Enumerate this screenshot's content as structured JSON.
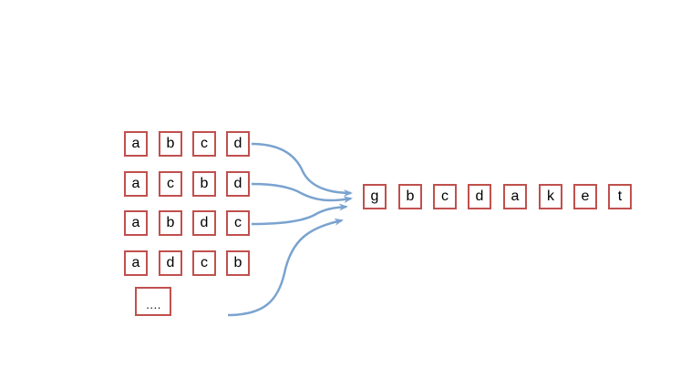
{
  "colors": {
    "box_border": "#c0504d",
    "arrow": "#7aa3cf",
    "text": "#000000"
  },
  "source_rows": [
    [
      "a",
      "b",
      "c",
      "d"
    ],
    [
      "a",
      "c",
      "b",
      "d"
    ],
    [
      "a",
      "b",
      "d",
      "c"
    ],
    [
      "a",
      "d",
      "c",
      "b"
    ]
  ],
  "ellipsis": "….",
  "target_sequence": [
    "g",
    "b",
    "c",
    "d",
    "a",
    "k",
    "e",
    "t"
  ]
}
